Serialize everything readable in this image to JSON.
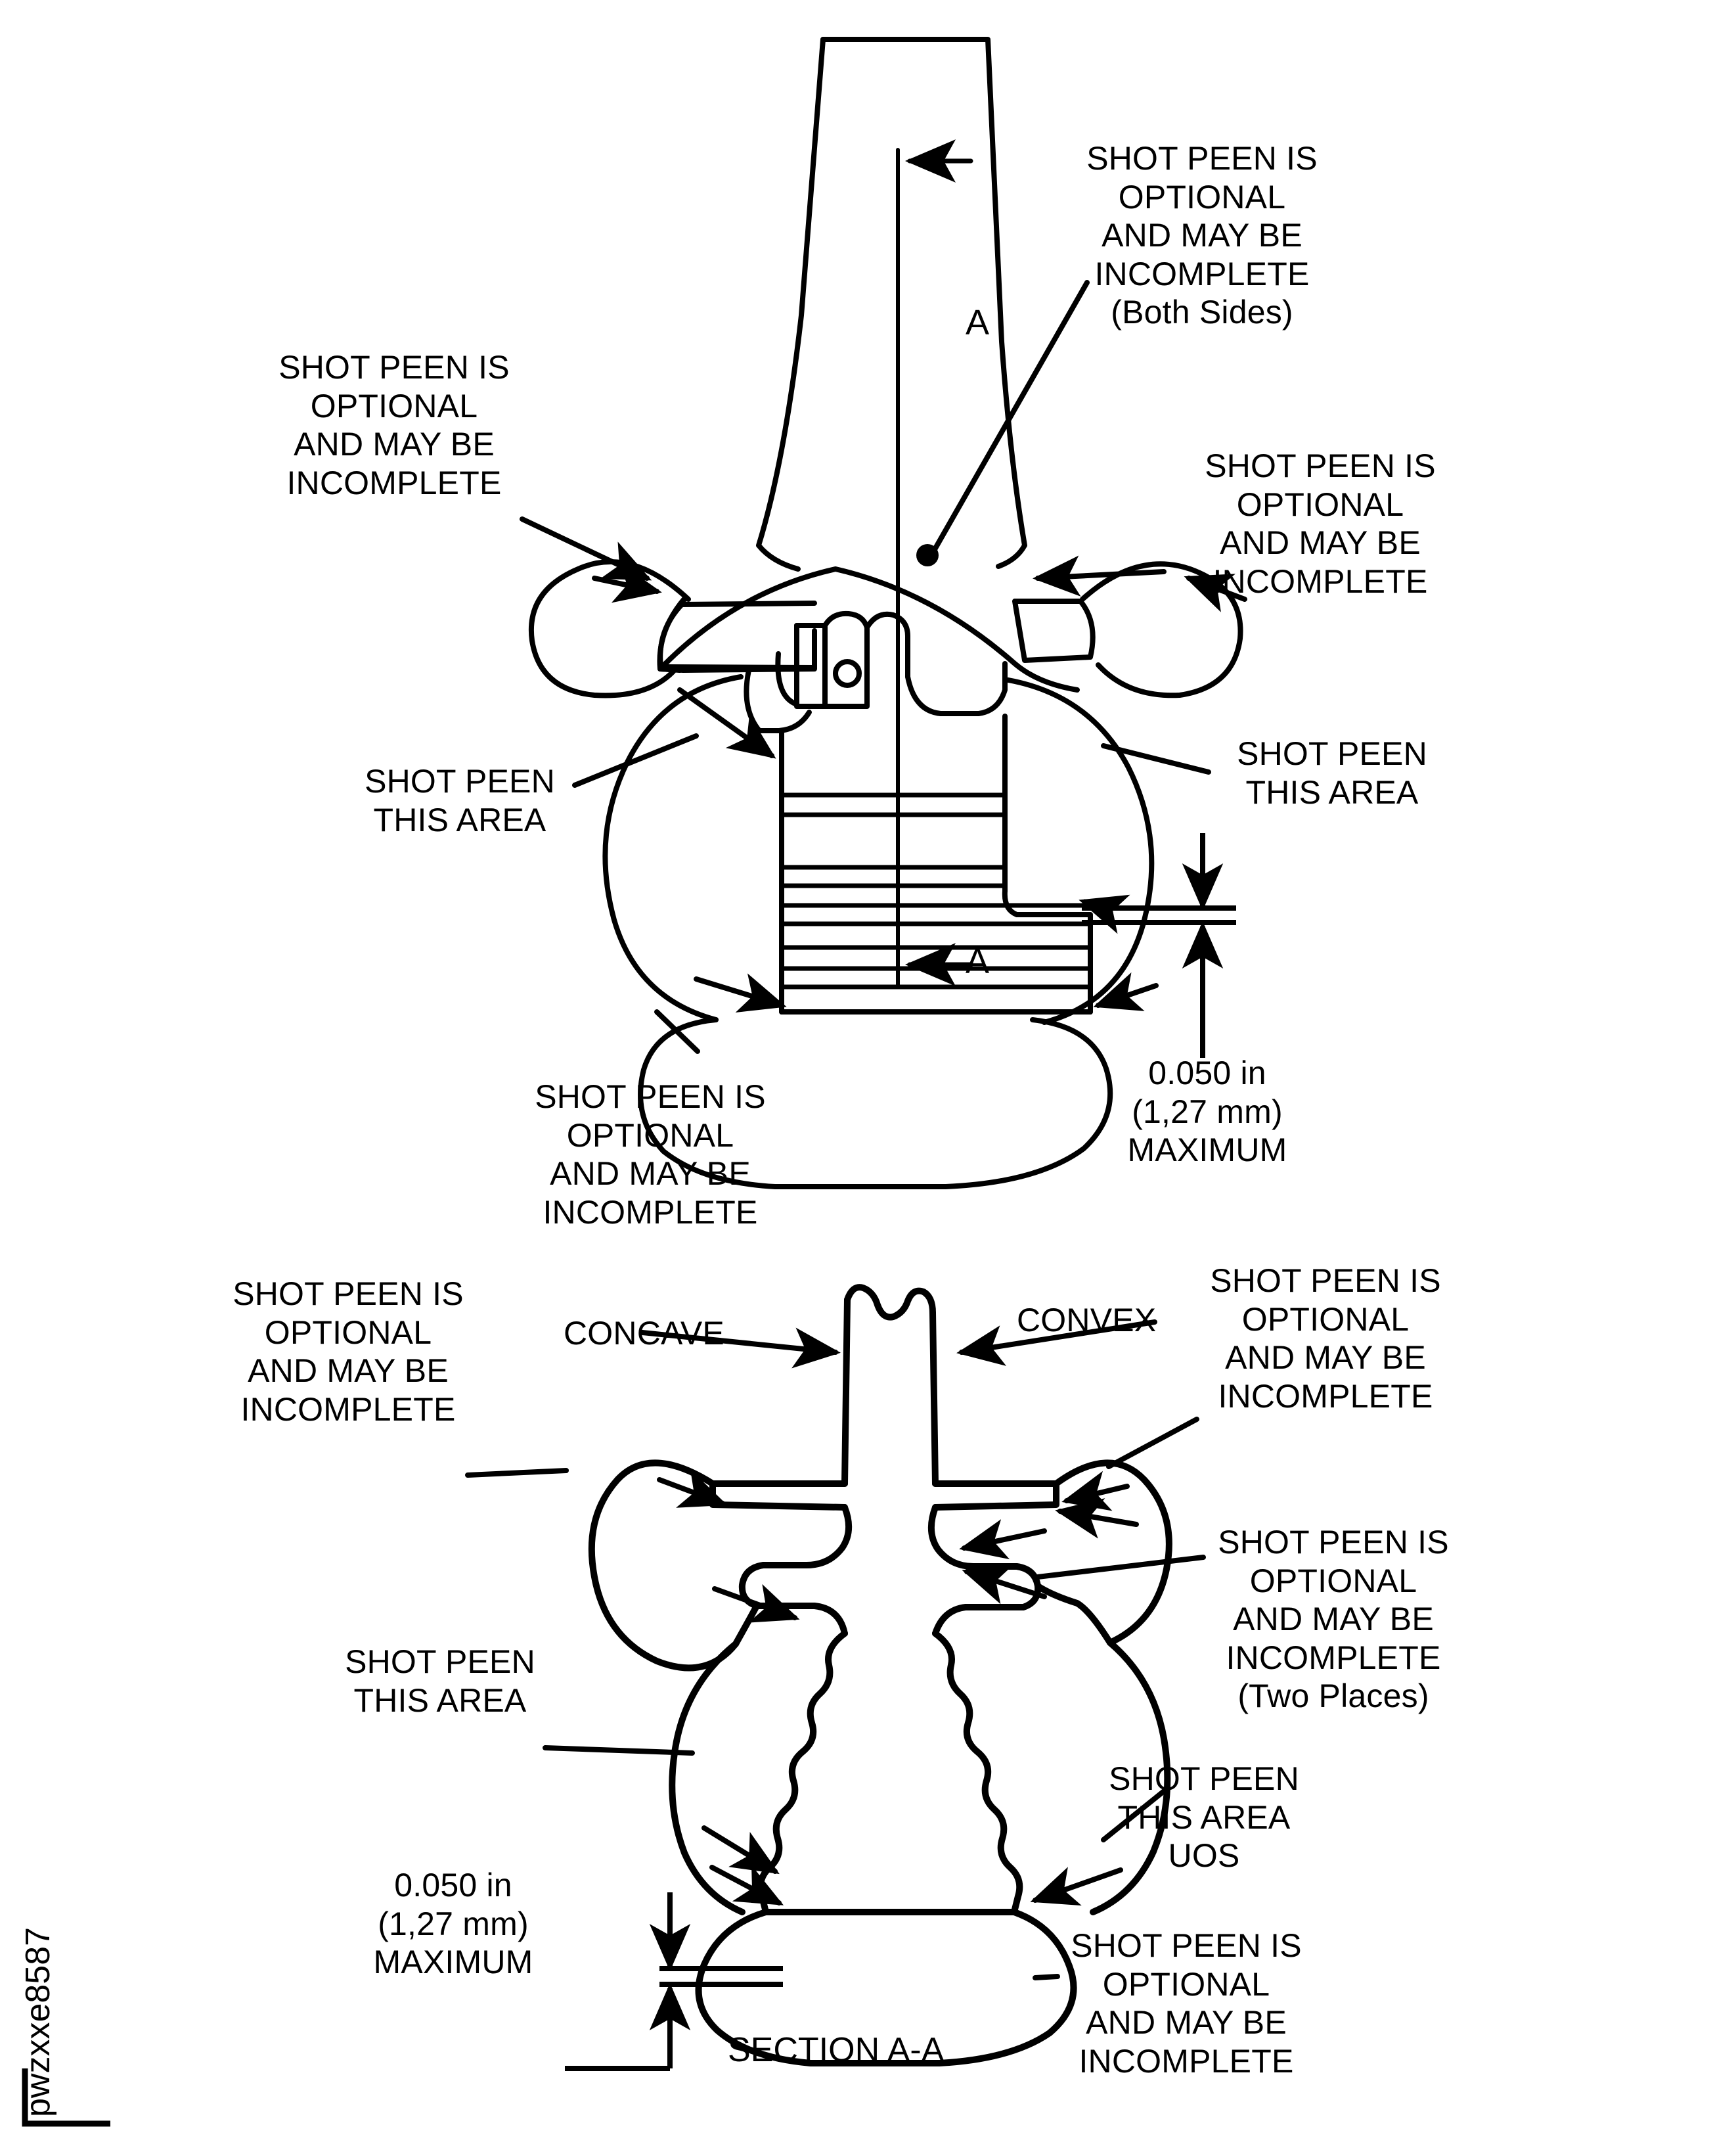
{
  "figure": {
    "id_code": "pwzxxe8587",
    "section_title": "SECTION A-A",
    "section_marks": {
      "top": "A",
      "bottom": "A"
    }
  },
  "annotations": {
    "top_view": {
      "upper_left": "SHOT PEEN IS\nOPTIONAL\nAND MAY BE\nINCOMPLETE",
      "upper_center_right": "SHOT PEEN IS\nOPTIONAL\nAND MAY BE\nINCOMPLETE\n(Both Sides)",
      "right_upper": "SHOT PEEN IS\nOPTIONAL\nAND MAY BE\nINCOMPLETE",
      "left_mid": "SHOT PEEN\nTHIS AREA",
      "right_mid": "SHOT PEEN\nTHIS AREA",
      "bottom_center": "SHOT PEEN IS\nOPTIONAL\nAND MAY BE\nINCOMPLETE",
      "dimension": "0.050 in\n(1,27 mm)\nMAXIMUM"
    },
    "section_view": {
      "left_upper": "SHOT PEEN IS\nOPTIONAL\nAND MAY BE\nINCOMPLETE",
      "concave": "CONCAVE",
      "convex": "CONVEX",
      "right_upper": "SHOT PEEN IS\nOPTIONAL\nAND MAY BE\nINCOMPLETE",
      "right_mid": "SHOT PEEN IS\nOPTIONAL\nAND MAY BE\nINCOMPLETE\n(Two Places)",
      "left_mid": "SHOT PEEN\nTHIS AREA",
      "right_lower": "SHOT PEEN\nTHIS AREA\nUOS",
      "bottom_right": "SHOT PEEN IS\nOPTIONAL\nAND MAY BE\nINCOMPLETE",
      "dimension": "0.050 in\n(1,27 mm)\nMAXIMUM"
    }
  },
  "colors": {
    "ink": "#000000",
    "paper": "#ffffff"
  }
}
